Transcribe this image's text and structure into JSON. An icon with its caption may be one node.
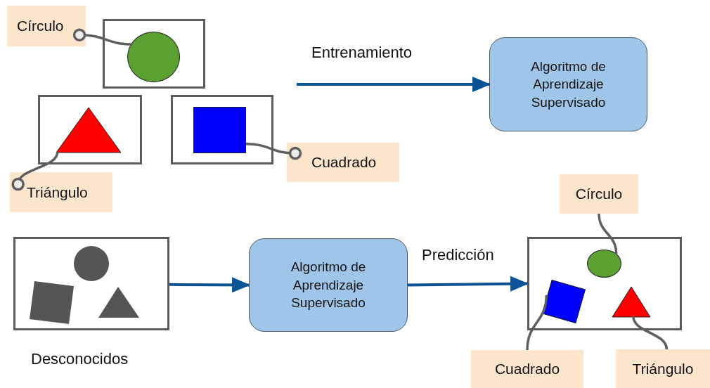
{
  "diagram": {
    "nodes": [
      {
        "text": [],
        "shape": "box"
      },
      {
        "text": [],
        "shape": "circle",
        "in": 0
      },
      {
        "text": [],
        "shape": "box"
      },
      {
        "text": [],
        "shape": "triangle",
        "in": 2
      },
      {
        "text": [],
        "shape": "box"
      },
      {
        "text": [],
        "shape": "square",
        "in": 4
      },
      {
        "text": [
          "Círculo"
        ]
      },
      {
        "text": [
          "Triángulo"
        ]
      },
      {
        "text": [
          "Cuadrado"
        ]
      },
      {
        "text": [
          "Algoritmo de Aprendizaje Supervisado"
        ]
      },
      {
        "text": [],
        "shape": "box",
        "beside": [
          "Desconocidos"
        ]
      },
      {
        "text": [
          "Algoritmo de Aprendizaje Supervisado"
        ]
      },
      {
        "text": [],
        "shape": "box"
      },
      {
        "text": [],
        "shape": "circle",
        "in": 12
      },
      {
        "text": [],
        "shape": "square",
        "in": 12
      },
      {
        "text": [],
        "shape": "triangle",
        "in": 12
      },
      {
        "text": [
          "Círculo"
        ]
      },
      {
        "text": [
          "Cuadrado"
        ]
      },
      {
        "text": [
          "Triángulo"
        ]
      }
    ],
    "edges": [
      {
        "from": null,
        "to": 9,
        "arrow": "to",
        "label": "Entrenamiento",
        "color": "#0b5394"
      },
      {
        "from": 10,
        "to": 11,
        "arrow": "to",
        "color": "#0b5394"
      },
      {
        "from": 11,
        "to": 12,
        "arrow": "to",
        "label": "Predicción",
        "color": "#0b5394"
      },
      {
        "from": 6,
        "to": 1,
        "arrow": "other"
      },
      {
        "from": 7,
        "to": 3,
        "arrow": "other"
      },
      {
        "from": 8,
        "to": 5,
        "arrow": "other"
      },
      {
        "from": 16,
        "to": 13,
        "arrow": "none"
      },
      {
        "from": 17,
        "to": 14,
        "arrow": "none"
      },
      {
        "from": 18,
        "to": 15,
        "arrow": "none"
      }
    ]
  }
}
